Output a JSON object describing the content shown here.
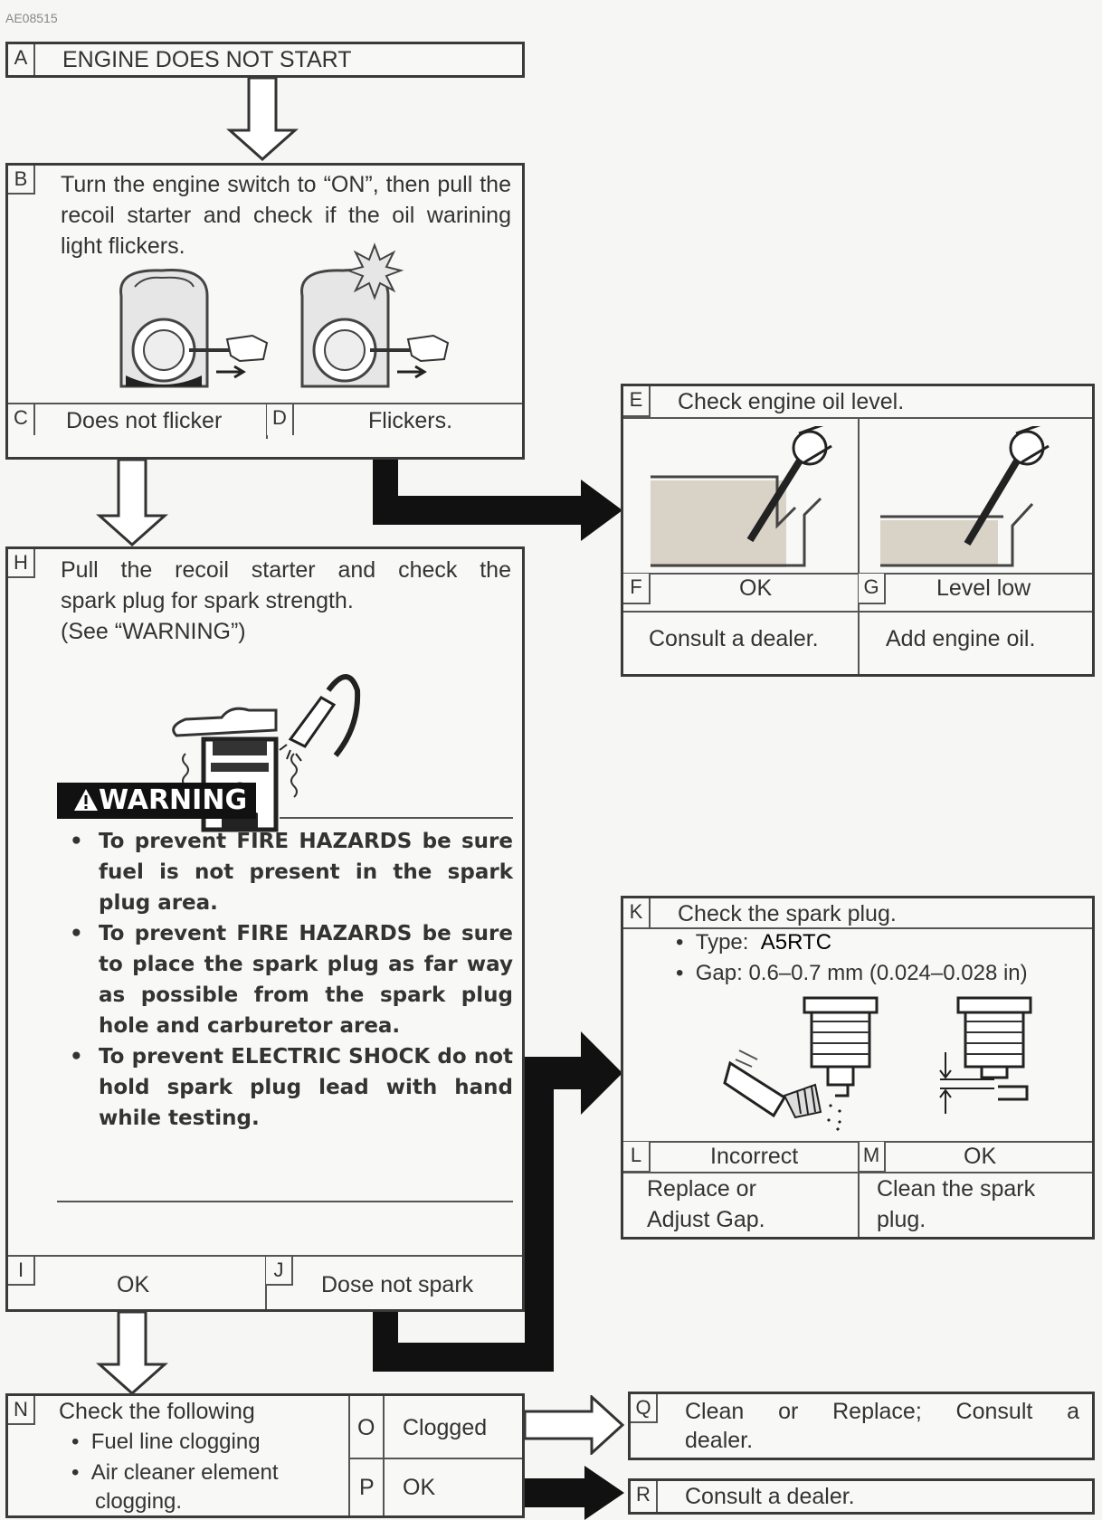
{
  "doc_code": "AE08515",
  "A": {
    "letter": "A",
    "text": "ENGINE DOES NOT START"
  },
  "B": {
    "letter": "B",
    "text": "Turn the engine switch to “ON”, then pull the recoil starter and check if the oil warining light flickers."
  },
  "C": {
    "letter": "C",
    "text": "Does not flicker"
  },
  "D": {
    "letter": "D",
    "text": "Flickers."
  },
  "E": {
    "letter": "E",
    "text": "Check engine oil level."
  },
  "F": {
    "letter": "F",
    "text": "OK",
    "action": "Consult a dealer."
  },
  "G": {
    "letter": "G",
    "text": "Level low",
    "action": "Add engine oil."
  },
  "H": {
    "letter": "H",
    "line1": "Pull the recoil starter and check the",
    "line2": "spark plug for spark strength.",
    "line3": "(See “WARNING”)"
  },
  "warning": {
    "label": "WARNING",
    "items": [
      "To prevent FIRE HAZARDS be sure fuel is not present in the spark plug area.",
      "To prevent FIRE HAZARDS be sure to place the spark plug as far way as possible from the spark plug hole and carburetor area.",
      "To prevent ELECTRIC SHOCK do not hold spark plug lead with hand while testing."
    ]
  },
  "I": {
    "letter": "I",
    "text": "OK"
  },
  "J": {
    "letter": "J",
    "text": "Dose not spark"
  },
  "K": {
    "letter": "K",
    "text": "Check the spark plug.",
    "type_label": "Type:",
    "type_value": "A5RTC",
    "gap": "Gap: 0.6–0.7 mm (0.024–0.028 in)"
  },
  "L": {
    "letter": "L",
    "text": "Incorrect",
    "action_line1": "Replace or",
    "action_line2": "Adjust Gap."
  },
  "M": {
    "letter": "M",
    "text": "OK",
    "action_line1": "Clean the spark",
    "action_line2": "plug."
  },
  "N": {
    "letter": "N",
    "text": "Check the following",
    "item1": "Fuel line clogging",
    "item2_line1": "Air cleaner element",
    "item2_line2": "clogging."
  },
  "O": {
    "letter": "O",
    "text": "Clogged"
  },
  "P": {
    "letter": "P",
    "text": "OK"
  },
  "Q": {
    "letter": "Q",
    "line1": "Clean or Replace; Consult a",
    "line2": "dealer."
  },
  "R": {
    "letter": "R",
    "text": "Consult a dealer."
  },
  "colors": {
    "border": "#3a3a3a",
    "arrow_fill": "#111111",
    "background": "#f6f6f4",
    "warning_bg": "#111111"
  }
}
